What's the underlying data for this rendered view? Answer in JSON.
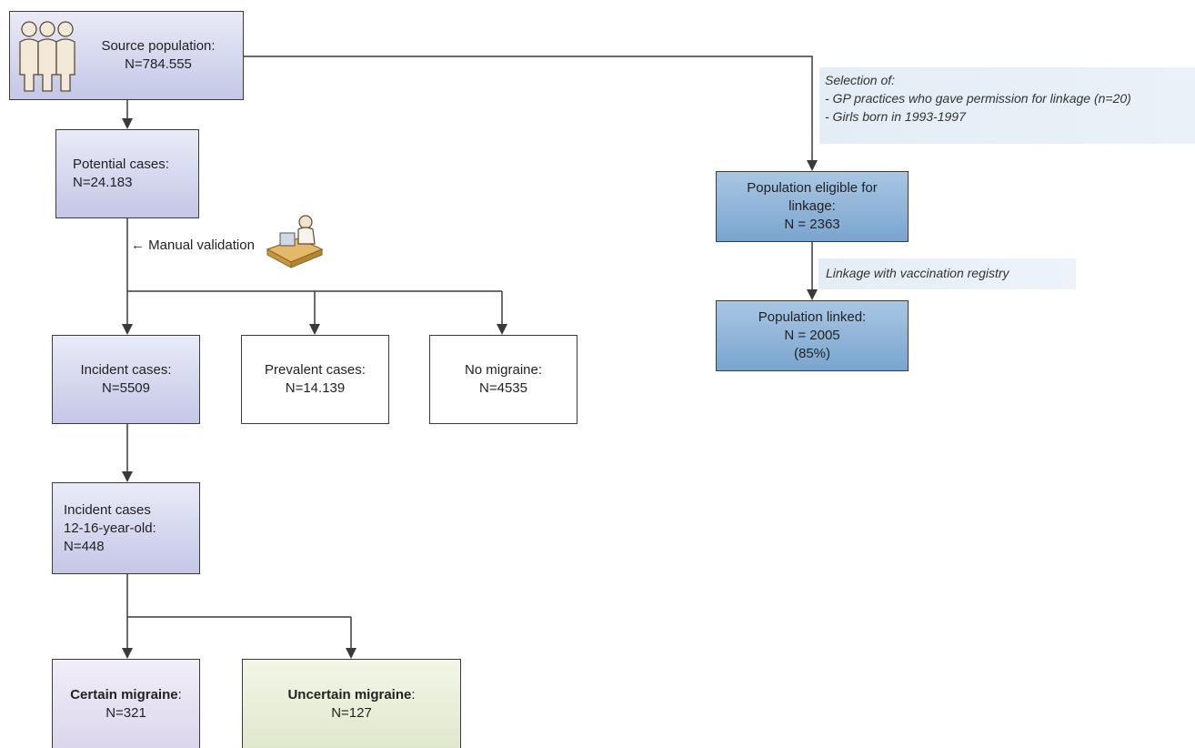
{
  "nodes": {
    "source": {
      "line1": "Source population:",
      "line2": "N=784.555"
    },
    "potential": {
      "line1": "Potential cases:",
      "line2": "N=24.183"
    },
    "incident": {
      "line1": "Incident cases:",
      "line2": "N=5509"
    },
    "prevalent": {
      "line1": "Prevalent cases:",
      "line2": "N=14.139"
    },
    "no_migraine": {
      "line1": "No migraine:",
      "line2": "N=4535"
    },
    "incident_age": {
      "line1": "Incident cases",
      "line2": "12-16-year-old:",
      "line3": "N=448"
    },
    "certain": {
      "bold": "Certain migraine",
      "rest": ":",
      "line2": "N=321"
    },
    "uncertain": {
      "bold": "Uncertain migraine",
      "rest": ":",
      "line2": "N=127"
    },
    "eligible": {
      "line1": "Population eligible for",
      "line2": "linkage:",
      "line3": "N = 2363"
    },
    "linked": {
      "line1": "Population linked:",
      "line2": "N = 2005",
      "line3": "(85%)"
    }
  },
  "annotations": {
    "manual_validation": "← Manual validation",
    "selection_title": "Selection of:",
    "selection_item1": "- GP practices who gave permission for linkage (n=20)",
    "selection_item2": "- Girls born in 1993-1997",
    "linkage_registry": "Linkage with vaccination registry"
  },
  "colors": {
    "lavender": "#c4c7e6",
    "blue": "#7aa5cf",
    "purple": "#dcd6ec",
    "green": "#e0e8cc",
    "connector": "#3a3a3a"
  },
  "icons": [
    "people-icon",
    "office-worker-icon"
  ]
}
